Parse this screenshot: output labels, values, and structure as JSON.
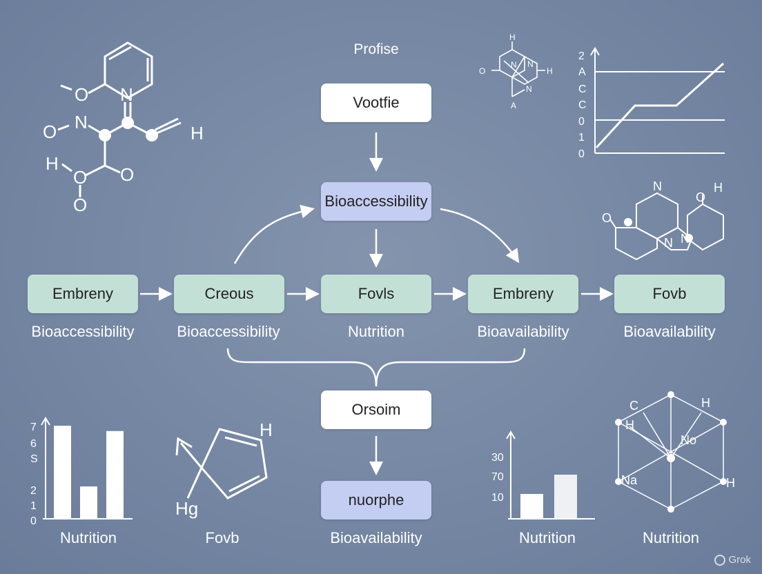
{
  "title": "Profise",
  "boxes": {
    "top": "Vootfie",
    "center": "Bioaccessibility",
    "row": [
      "Embreny",
      "Creous",
      "Fovls",
      "Embreny",
      "Fovb"
    ],
    "merge": "Orsoim",
    "bottom": "nuorphe"
  },
  "row_labels": [
    "Bioaccessibility",
    "Bioaccessibility",
    "Nutrition",
    "Bioavailability",
    "Bioavailability"
  ],
  "bottom_labels": [
    "Nutrition",
    "Fovb",
    "Bioavailability",
    "Nutrition",
    "Nutrition"
  ],
  "molecule_labels": {
    "top_left": [
      "O",
      "N",
      "O",
      "N",
      "H",
      "H",
      "O",
      "O",
      "O"
    ],
    "top_small": [
      "H",
      "O",
      "N",
      "N",
      "H",
      "N",
      "A"
    ],
    "right_mid": [
      "N",
      "O",
      "H",
      "O",
      "N",
      "N"
    ],
    "pentagon": [
      "H",
      "Hg"
    ],
    "network": [
      "C",
      "H",
      "H",
      "No",
      "Na",
      "H"
    ]
  },
  "line_chart": {
    "y_ticks": [
      "2",
      "A",
      "C",
      "C",
      "0",
      "1",
      "0"
    ]
  },
  "chart_data": [
    {
      "type": "bar",
      "y_ticks": [
        "7",
        "6",
        "S",
        "2",
        "1",
        "0"
      ],
      "values": [
        7,
        2.4,
        6.6
      ],
      "ylim": [
        0,
        8
      ]
    },
    {
      "type": "bar",
      "y_ticks": [
        "30",
        "70",
        "10"
      ],
      "values": [
        10,
        18
      ],
      "ylim": [
        0,
        30
      ]
    }
  ],
  "watermark": "Grok",
  "colors": {
    "background": "#7587a3",
    "box_white": "#ffffff",
    "box_purple": "#c4cdf2",
    "box_green": "#c3e0d6",
    "line": "#ffffff"
  }
}
